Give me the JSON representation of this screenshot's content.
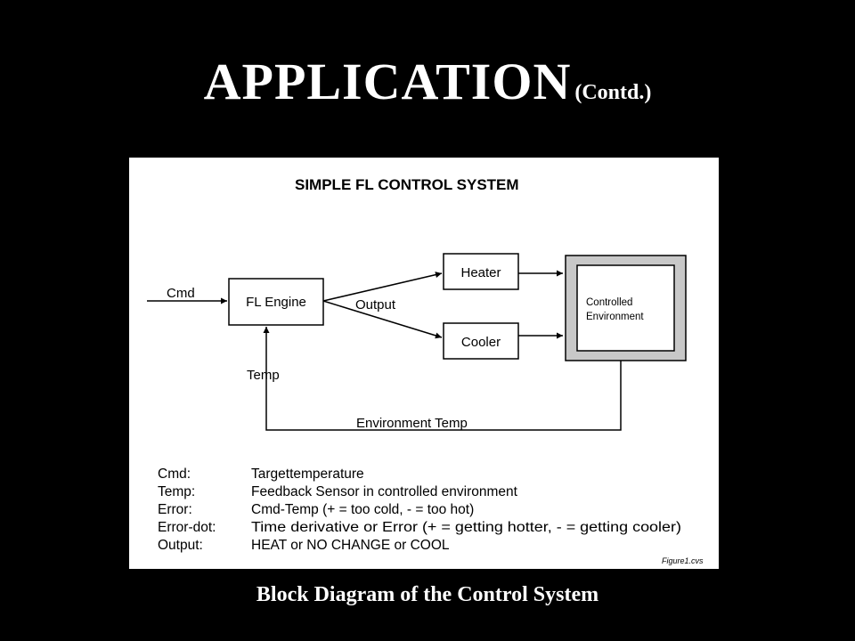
{
  "slide": {
    "title": "APPLICATION",
    "title_suffix": "(Contd.)",
    "caption": "Block Diagram of the Control System"
  },
  "diagram": {
    "title": "SIMPLE FL CONTROL SYSTEM",
    "blocks": {
      "engine": "FL Engine",
      "heater": "Heater",
      "cooler": "Cooler",
      "environment_line1": "Controlled",
      "environment_line2": "Environment"
    },
    "labels": {
      "cmd": "Cmd",
      "output": "Output",
      "temp": "Temp",
      "environment_temp": "Environment Temp"
    },
    "legend": [
      {
        "term": "Cmd:",
        "definition": "Targettemperature"
      },
      {
        "term": "Temp:",
        "definition": "Feedback Sensor in controlled environment"
      },
      {
        "term": "Error:",
        "definition": "Cmd-Temp  (+ = too cold,  - = too hot)"
      },
      {
        "term": "Error-dot:",
        "definition": "Time derivative or Error  (+ = getting hotter, - = getting cooler)"
      },
      {
        "term": "Output:",
        "definition": "HEAT or NO CHANGE or COOL"
      }
    ],
    "figure_filename": "Figure1.cvs"
  }
}
